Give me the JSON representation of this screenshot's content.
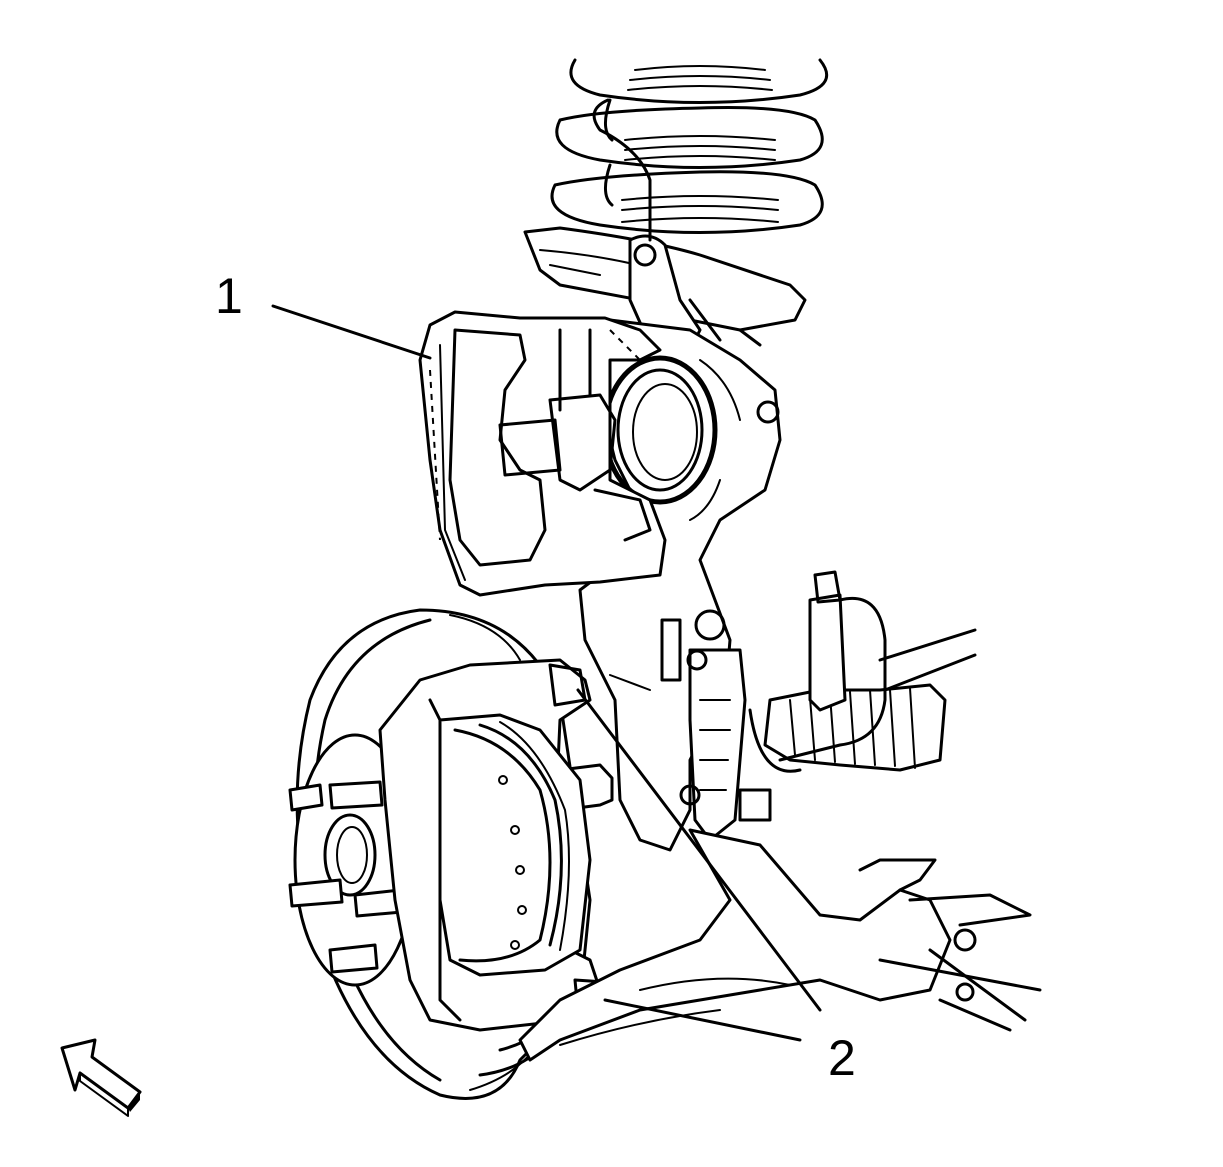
{
  "callouts": [
    {
      "id": "1",
      "label": "1"
    },
    {
      "id": "2",
      "label": "2"
    }
  ],
  "colors": {
    "ink": "#000000",
    "paper": "#ffffff"
  },
  "icons": {
    "view_direction": "view-direction-arrow-icon"
  }
}
